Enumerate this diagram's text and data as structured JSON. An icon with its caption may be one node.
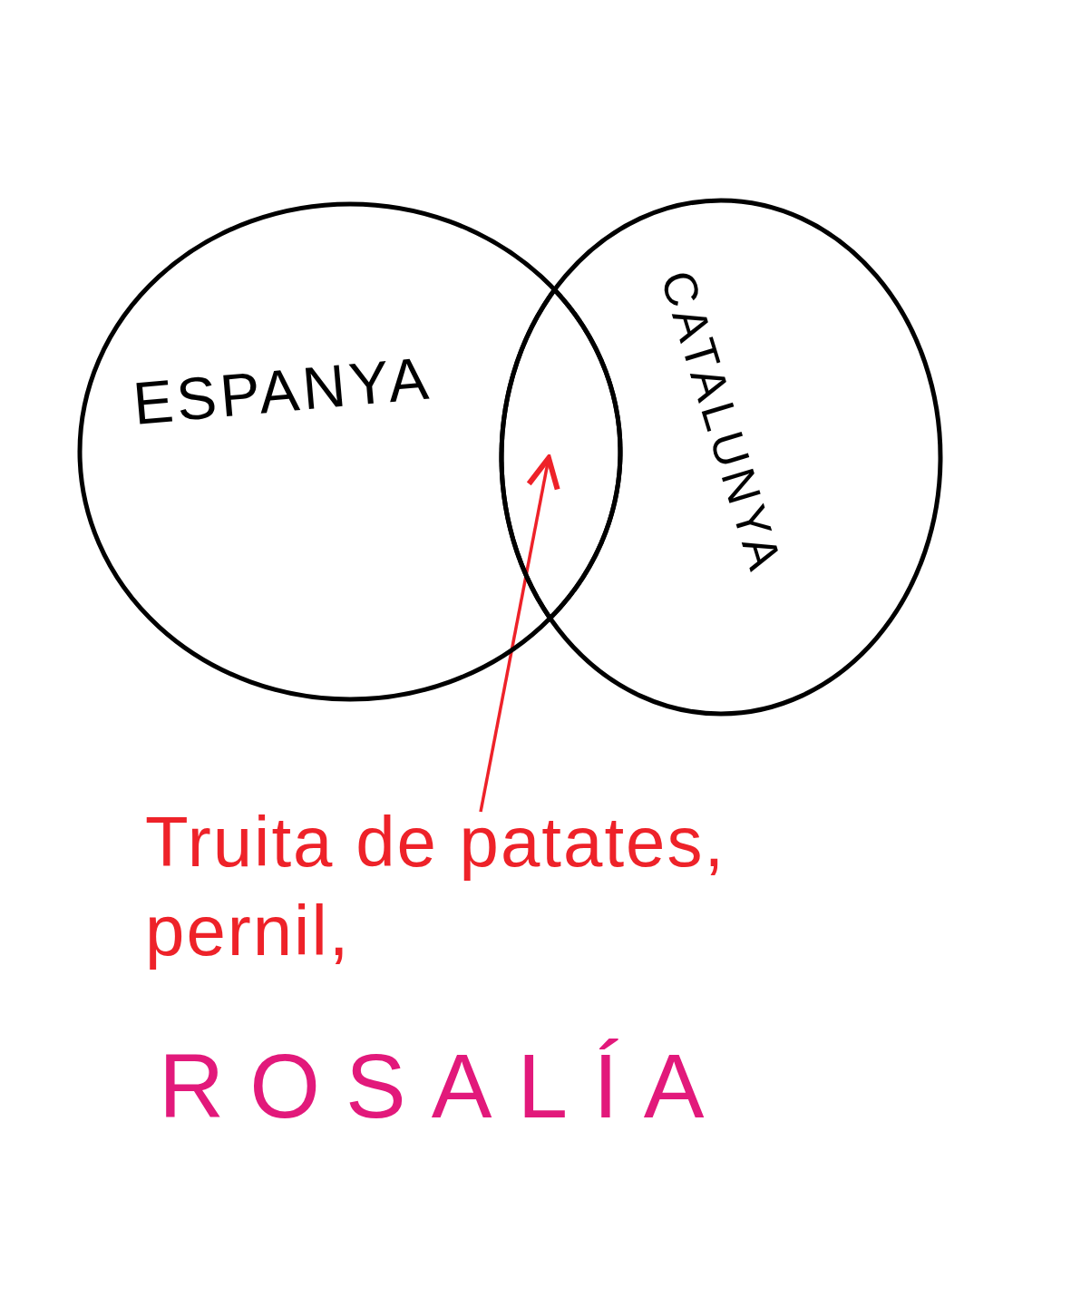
{
  "diagram": {
    "nodes": [
      {
        "text": [
          "ESPANYA"
        ]
      },
      {
        "text": [
          "CATALUNYA"
        ]
      },
      {
        "text": [],
        "shape": "lens"
      },
      {
        "text": [
          "Truita de patates, pernil,",
          "ROSALÍA"
        ]
      }
    ],
    "edges": [
      {
        "from": 3,
        "to": 2,
        "arrow": "to",
        "color": "#ee2229"
      }
    ]
  }
}
